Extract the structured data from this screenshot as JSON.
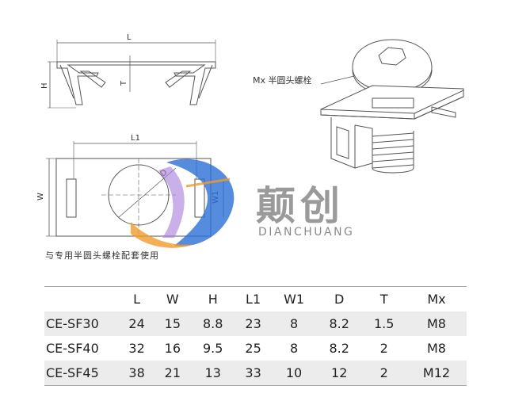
{
  "drawing": {
    "top_view": {
      "dim_length": "L",
      "dim_height": "H",
      "dim_thickness": "T"
    },
    "plan_view": {
      "dim_length": "L1",
      "dim_width": "W",
      "dim_slot": "W1",
      "dim_hole": "D"
    },
    "screw_label": "Mx 半圆头螺栓",
    "note": "与专用半圆头螺栓配套使用"
  },
  "brand": {
    "name_cn": "颠创",
    "name_en": "DIANCHUANG"
  },
  "spec_table": {
    "headers": [
      "",
      "L",
      "W",
      "H",
      "L1",
      "W1",
      "D",
      "T",
      "Mx"
    ],
    "rows": [
      [
        "CE-SF30",
        "24",
        "15",
        "8.8",
        "23",
        "8",
        "8.2",
        "1.5",
        "M8"
      ],
      [
        "CE-SF40",
        "32",
        "16",
        "9.5",
        "25",
        "8",
        "8.2",
        "2",
        "M8"
      ],
      [
        "CE-SF45",
        "38",
        "21",
        "13",
        "33",
        "10",
        "12",
        "2",
        "M12"
      ]
    ]
  },
  "colors": {
    "logo_blue": "#2a6fd6",
    "logo_orange": "#f19a2a",
    "logo_purple": "#a77bd8",
    "text_gray": "#9a9a9a"
  }
}
